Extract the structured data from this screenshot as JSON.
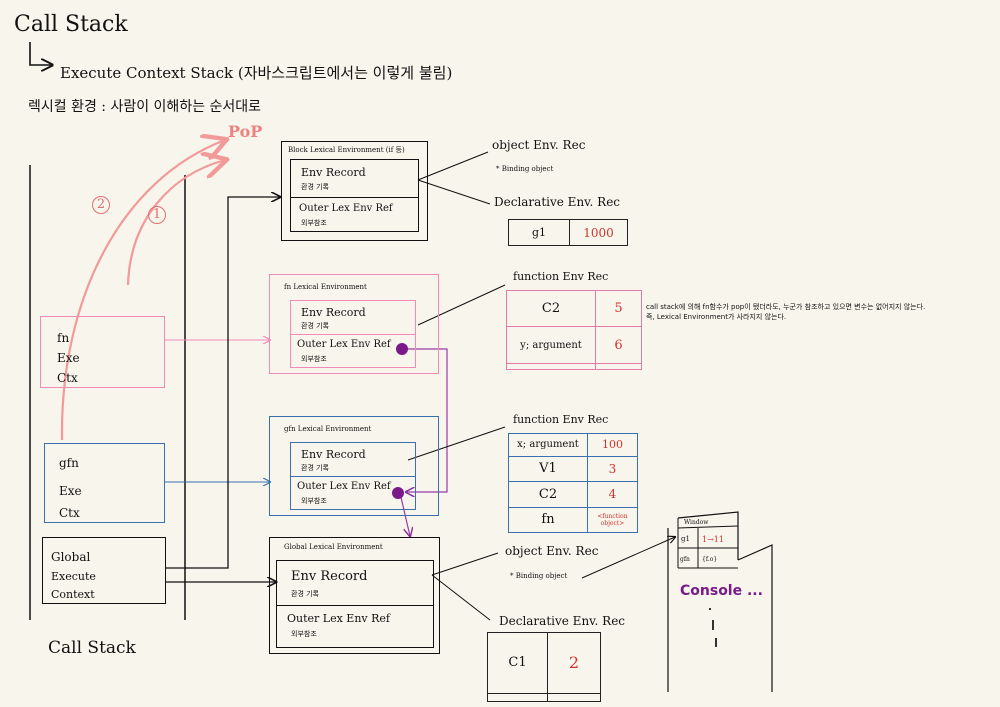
{
  "header": {
    "title": "Call Stack",
    "subtitle": "Execute Context Stack (자바스크립트에서는 이렇게 불림)",
    "note": "렉시컬 환경 : 사람이 이해하는 순서대로"
  },
  "pop": {
    "label": "PoP",
    "arrow1": "1",
    "arrow2": "2"
  },
  "call_stack": {
    "label": "Call Stack",
    "frames": [
      {
        "name": "fn",
        "l2": "Exe",
        "l3": "Ctx"
      },
      {
        "name": "gfn",
        "l2": "Exe",
        "l3": "Ctx"
      },
      {
        "name": "Global",
        "l2": "Execute",
        "l3": "Context"
      }
    ]
  },
  "block_env": {
    "title": "Block Lexical Environment (if 등)",
    "env_record": "Env Record",
    "env_record_sub": "환경 기록",
    "outer": "Outer Lex Env Ref",
    "outer_sub": "외부참조",
    "object_rec": "object Env. Rec",
    "binding": "* Binding object",
    "declarative": "Declarative Env. Rec",
    "vars": [
      {
        "name": "g1",
        "value": "1000"
      }
    ]
  },
  "fn_env": {
    "title": "fn Lexical Environment",
    "env_record": "Env Record",
    "env_record_sub": "환경 기록",
    "outer": "Outer Lex Env Ref",
    "outer_sub": "외부참조",
    "rec_label": "function Env Rec",
    "vars": [
      {
        "name": "C2",
        "value": "5"
      },
      {
        "name": "y; argument",
        "value": "6"
      },
      {
        "name": "",
        "value": ""
      }
    ]
  },
  "gfn_env": {
    "title": "gfn Lexical Environment",
    "env_record": "Env Record",
    "env_record_sub": "환경 기록",
    "outer": "Outer Lex Env Ref",
    "outer_sub": "외부참조",
    "rec_label": "function Env Rec",
    "vars": [
      {
        "name": "x; argument",
        "value": "100"
      },
      {
        "name": "V1",
        "value": "3"
      },
      {
        "name": "C2",
        "value": "4"
      },
      {
        "name": "fn",
        "value": "<function object>"
      }
    ]
  },
  "global_env": {
    "title": "Global Lexical Environment",
    "env_record": "Env Record",
    "env_record_sub": "환경 기록",
    "outer": "Outer Lex Env Ref",
    "outer_sub": "외부참조",
    "object_rec": "object Env. Rec",
    "binding": "* Binding object",
    "declarative": "Declarative Env. Rec",
    "vars": [
      {
        "name": "C1",
        "value": "2"
      },
      {
        "name": "",
        "value": ""
      }
    ]
  },
  "note_right": {
    "line1": "call stack에 의해 fn함수가 pop이 됐더라도, 누군가 참조하고 있으면 변수는 없어지지 않는다.",
    "line2": "즉, Lexical Environment가 사라지지 않는다."
  },
  "window_obj": {
    "title": "Window",
    "rows": [
      {
        "name": "g1",
        "value": "1→11"
      },
      {
        "name": "gfn",
        "value": "{f.o}"
      }
    ]
  },
  "console": {
    "label": "Console ..."
  },
  "colors": {
    "pink": "#f08bb8",
    "blue": "#3a6fb0",
    "purple": "#7a1a8a",
    "red": "#d0342c",
    "arrow_pink": "#f29a9a"
  }
}
